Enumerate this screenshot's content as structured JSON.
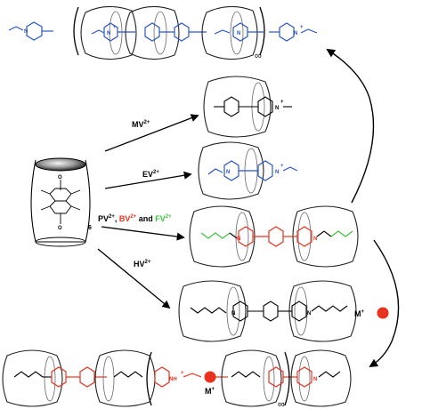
{
  "colors": {
    "blue": "#2a56c8",
    "red": "#e8321e",
    "green": "#3cc23c",
    "black": "#000000"
  },
  "host": {
    "subscript": "6",
    "carbonyl": "O"
  },
  "guests": {
    "mv": {
      "text": "MV",
      "charge": "2+"
    },
    "ev": {
      "text": "EV",
      "charge": "2+"
    },
    "pv": {
      "text": "PV",
      "charge": "2+"
    },
    "sep1": ", ",
    "bv": {
      "text": "BV",
      "charge": "2+"
    },
    "sep2": " and ",
    "fv": {
      "text": "FV",
      "charge": "2+"
    },
    "hv": {
      "text": "HV",
      "charge": "2+"
    }
  },
  "atoms": {
    "pyridinium": "N",
    "plus": "+",
    "protonated": "NH"
  },
  "metal": {
    "symbol": "M",
    "charge": "+"
  },
  "polymer": {
    "infinity": "∞"
  }
}
